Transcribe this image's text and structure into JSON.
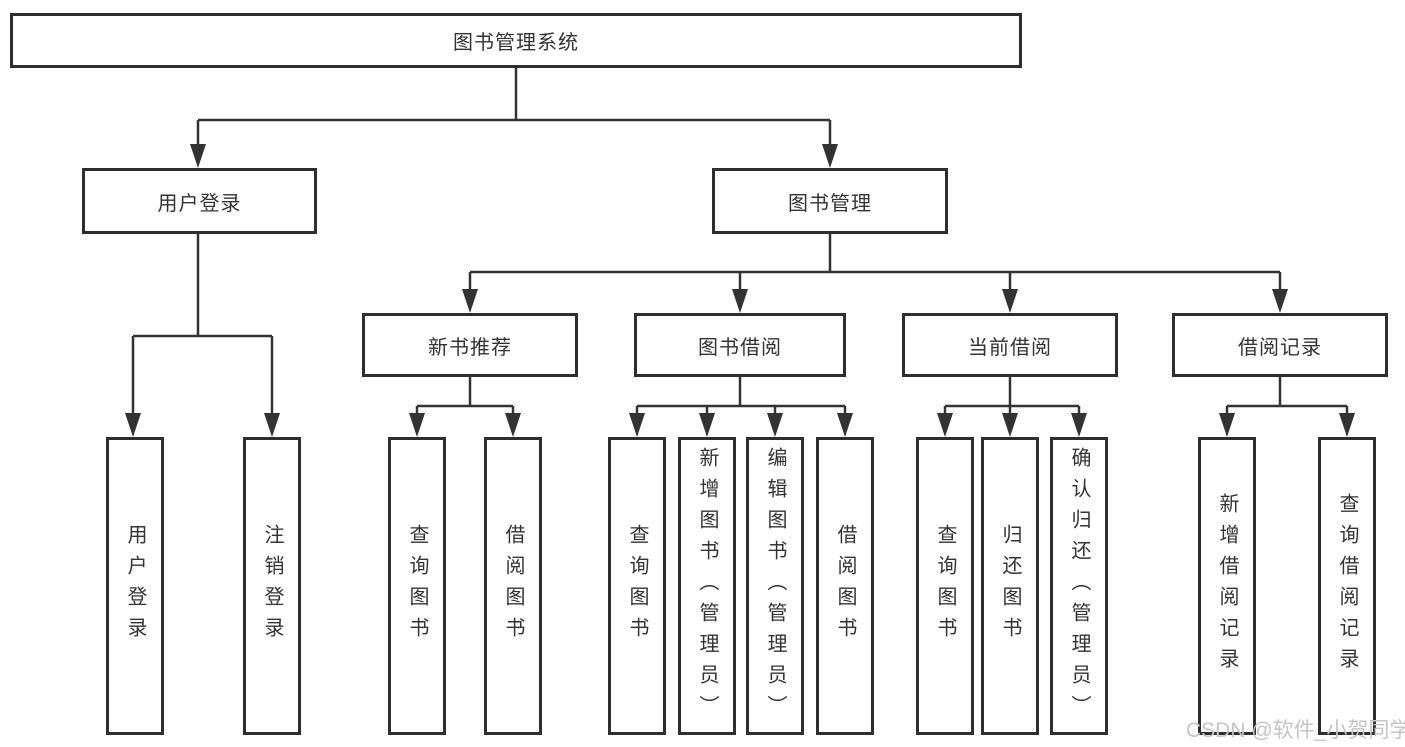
{
  "diagram": {
    "root": {
      "label": "图书管理系统"
    },
    "level2": [
      {
        "label": "用户登录"
      },
      {
        "label": "图书管理"
      }
    ],
    "level3": [
      {
        "label": "新书推荐"
      },
      {
        "label": "图书借阅"
      },
      {
        "label": "当前借阅"
      },
      {
        "label": "借阅记录"
      }
    ],
    "leaves": [
      {
        "label": "用户登录"
      },
      {
        "label": "注销登录"
      },
      {
        "label": "查询图书"
      },
      {
        "label": "借阅图书"
      },
      {
        "label": "查询图书"
      },
      {
        "label": "新增图书（管理员）"
      },
      {
        "label": "编辑图书（管理员）"
      },
      {
        "label": "借阅图书"
      },
      {
        "label": "查询图书"
      },
      {
        "label": "归还图书"
      },
      {
        "label": "确认归还（管理员）"
      },
      {
        "label": "新增借阅记录"
      },
      {
        "label": "查询借阅记录"
      }
    ],
    "watermark": "CSDN @软件_小贺同学",
    "colors": {
      "line": "#333333",
      "box_border": "#2e2e2e",
      "text": "#333333",
      "watermark": "#c5c5c5",
      "background": "#ffffff"
    }
  }
}
